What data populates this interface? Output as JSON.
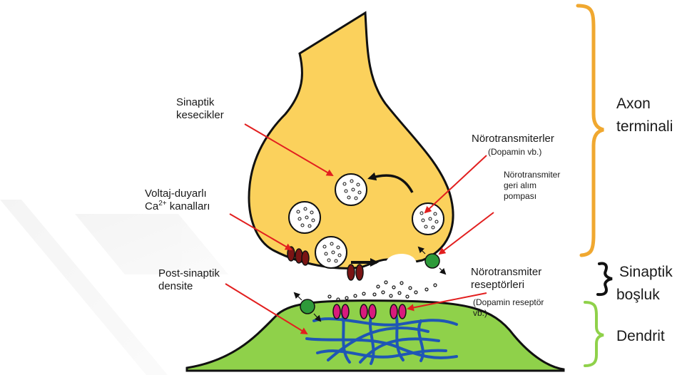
{
  "labels": {
    "sinaptik_kesecikler": [
      "Sinaptik",
      "kesecikler"
    ],
    "voltaj": [
      "Voltaj-duyarlı",
      "Ca",
      "2+",
      " kanalları"
    ],
    "post_sinaptik": [
      "Post-sinaptik",
      "densite"
    ],
    "norotransmiterler": "Nörotransmiterler",
    "dopamin": "(Dopamin vb.)",
    "geri_alim": [
      "Nörotransmiter",
      "geri alım",
      "pompası"
    ],
    "reseptorleri": [
      "Nörotransmiter",
      "reseptörleri"
    ],
    "dopamin_reseptor": [
      "(Dopamin reseptör",
      "vb.)"
    ],
    "axon": [
      "Axon",
      "terminali"
    ],
    "sinaptik_bosluk": [
      "Sinaptik",
      "boşluk"
    ],
    "dendrit": "Dendrit"
  },
  "colors": {
    "axon_fill": "#fbd15c",
    "dendrite_fill": "#8fd14a",
    "brace_axon": "#f0a830",
    "brace_gap": "#111111",
    "brace_dendrite": "#8fd14a",
    "arrow": "#e21f1f",
    "ca_channel": "#7a1414",
    "receptor": "#d81b7d",
    "pump": "#2e9a3a",
    "filaments": "#1f56b5"
  }
}
